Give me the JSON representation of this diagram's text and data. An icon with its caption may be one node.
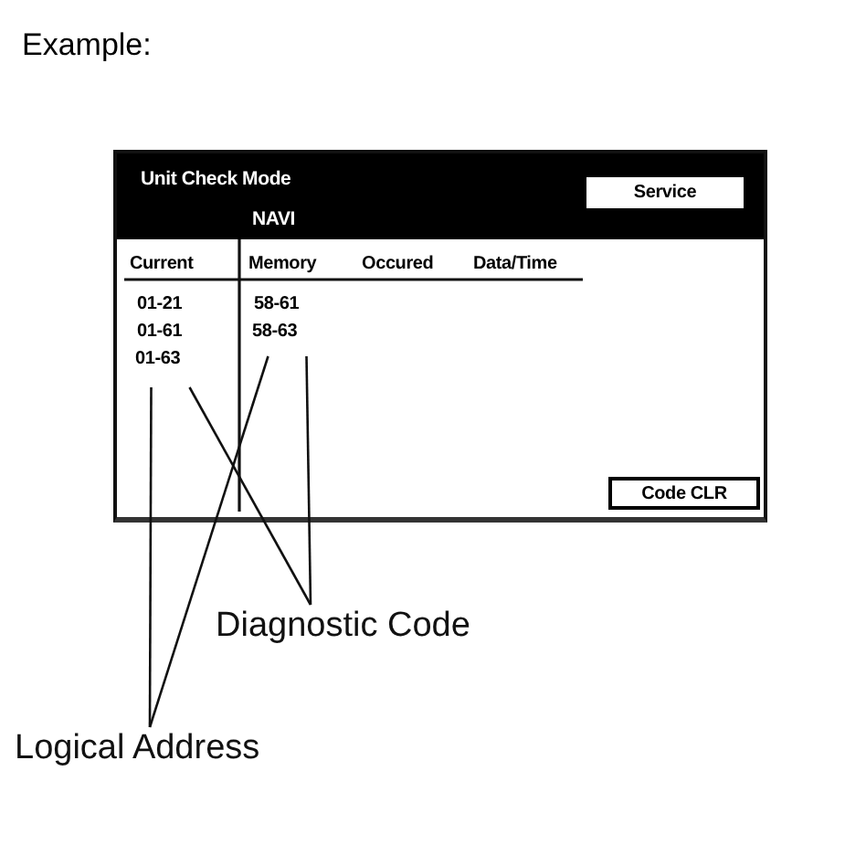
{
  "diagram": {
    "nodes": [
      {
        "text": [
          "Unit Check Mode",
          "NAVI"
        ]
      },
      {
        "text": [
          "Service"
        ],
        "in": 0
      },
      {
        "text": [
          "Code CLR"
        ],
        "in": 0
      },
      {
        "text": [
          "01-63"
        ],
        "in": 0
      },
      {
        "text": [
          "58-63"
        ],
        "in": 0
      },
      {
        "text": [
          "Diagnostic Code"
        ]
      },
      {
        "text": [
          "Logical Address"
        ]
      }
    ],
    "edges": [
      {
        "from": 6,
        "to": 3,
        "arrow": "none"
      },
      {
        "from": 6,
        "to": 4,
        "arrow": "none"
      },
      {
        "from": 5,
        "to": 3,
        "arrow": "none"
      },
      {
        "from": 5,
        "to": 4,
        "arrow": "none"
      }
    ],
    "labels": [
      "Example:",
      "Current",
      "Memory",
      "Occured",
      "Data/Time",
      "01-21",
      "58-61",
      "01-61"
    ]
  }
}
